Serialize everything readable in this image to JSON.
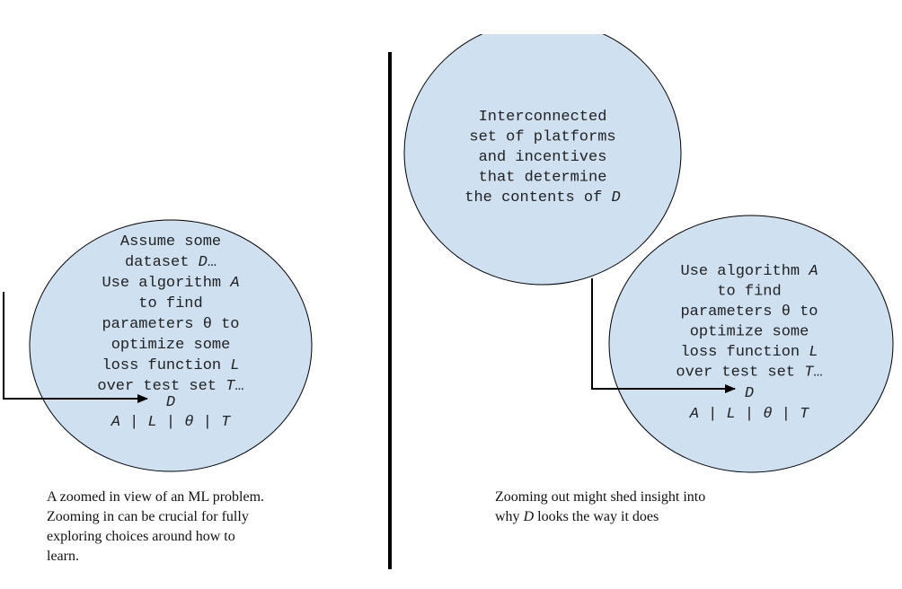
{
  "left_panel": {
    "circle_lines": [
      "Assume some",
      "dataset D…",
      "Use algorithm A",
      "to find",
      "parameters θ to",
      "optimize some",
      "loss function L",
      "over test set T…"
    ],
    "arrow_target": "D",
    "components_line": "A | L | θ | T",
    "caption": {
      "line1": "A zoomed in view of an ML problem.",
      "line2": "Zooming in can be crucial for fully",
      "line3": "exploring choices around how to",
      "line4": "learn."
    }
  },
  "right_panel": {
    "upper_circle_lines": [
      "Interconnected",
      "set of platforms",
      "and incentives",
      "that determine",
      "the contents of D"
    ],
    "lower_circle_lines": [
      "Use algorithm A",
      "to find",
      "parameters θ to",
      "optimize some",
      "loss function L",
      "over test set T…"
    ],
    "arrow_target": "D",
    "components_line": "A | L | θ | T",
    "caption": {
      "line1_before": "Zooming out might shed insight into",
      "line2_prefix": "why ",
      "line2_symbol": "D",
      "line2_suffix": " looks the way it does"
    }
  },
  "colors": {
    "circle_fill": "#cfe0f1",
    "stroke": "#000000",
    "text": "#222222"
  }
}
